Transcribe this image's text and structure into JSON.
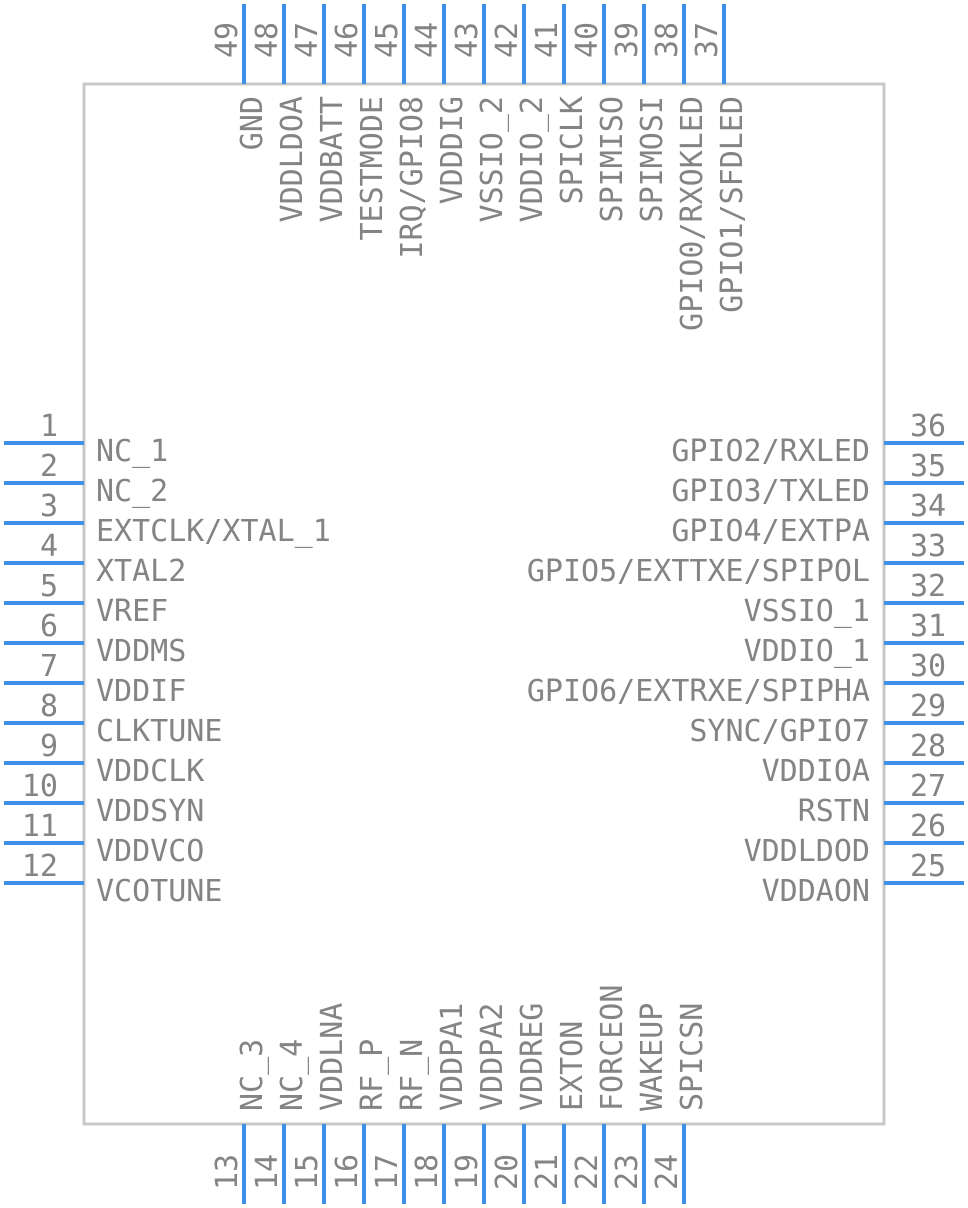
{
  "component": {
    "body_color": "#c8c8c8",
    "pin_color": "#3d8fe8",
    "text_color": "#848484",
    "left_pins": [
      {
        "num": "1",
        "name": "NC_1"
      },
      {
        "num": "2",
        "name": "NC_2"
      },
      {
        "num": "3",
        "name": "EXTCLK/XTAL_1"
      },
      {
        "num": "4",
        "name": "XTAL2"
      },
      {
        "num": "5",
        "name": "VREF"
      },
      {
        "num": "6",
        "name": "VDDMS"
      },
      {
        "num": "7",
        "name": "VDDIF"
      },
      {
        "num": "8",
        "name": "CLKTUNE"
      },
      {
        "num": "9",
        "name": "VDDCLK"
      },
      {
        "num": "10",
        "name": "VDDSYN"
      },
      {
        "num": "11",
        "name": "VDDVCO"
      },
      {
        "num": "12",
        "name": "VCOTUNE"
      }
    ],
    "bottom_pins": [
      {
        "num": "13",
        "name": "NC_3"
      },
      {
        "num": "14",
        "name": "NC_4"
      },
      {
        "num": "15",
        "name": "VDDLNA"
      },
      {
        "num": "16",
        "name": "RF_P"
      },
      {
        "num": "17",
        "name": "RF_N"
      },
      {
        "num": "18",
        "name": "VDDPA1"
      },
      {
        "num": "19",
        "name": "VDDPA2"
      },
      {
        "num": "20",
        "name": "VDDREG"
      },
      {
        "num": "21",
        "name": "EXTON"
      },
      {
        "num": "22",
        "name": "FORCEON"
      },
      {
        "num": "23",
        "name": "WAKEUP"
      },
      {
        "num": "24",
        "name": "SPICSN"
      }
    ],
    "right_pins": [
      {
        "num": "25",
        "name": "VDDAON"
      },
      {
        "num": "26",
        "name": "VDDLDOD"
      },
      {
        "num": "27",
        "name": "RSTN"
      },
      {
        "num": "28",
        "name": "VDDIOA"
      },
      {
        "num": "29",
        "name": "SYNC/GPIO7"
      },
      {
        "num": "30",
        "name": "GPIO6/EXTRXE/SPIPHA"
      },
      {
        "num": "31",
        "name": "VDDIO_1"
      },
      {
        "num": "32",
        "name": "VSSIO_1"
      },
      {
        "num": "33",
        "name": "GPIO5/EXTTXE/SPIPOL"
      },
      {
        "num": "34",
        "name": "GPIO4/EXTPA"
      },
      {
        "num": "35",
        "name": "GPIO3/TXLED"
      },
      {
        "num": "36",
        "name": "GPIO2/RXLED"
      }
    ],
    "top_pins": [
      {
        "num": "37",
        "name": "GPIO1/SFDLED"
      },
      {
        "num": "38",
        "name": "GPIO0/RXOKLED"
      },
      {
        "num": "39",
        "name": "SPIMOSI"
      },
      {
        "num": "40",
        "name": "SPIMISO"
      },
      {
        "num": "41",
        "name": "SPICLK"
      },
      {
        "num": "42",
        "name": "VDDIO_2"
      },
      {
        "num": "43",
        "name": "VSSIO_2"
      },
      {
        "num": "44",
        "name": "VDDDIG"
      },
      {
        "num": "45",
        "name": "IRQ/GPIO8"
      },
      {
        "num": "46",
        "name": "TESTMODE"
      },
      {
        "num": "47",
        "name": "VDDBATT"
      },
      {
        "num": "48",
        "name": "VDDLDOA"
      },
      {
        "num": "49",
        "name": "GND"
      }
    ]
  }
}
